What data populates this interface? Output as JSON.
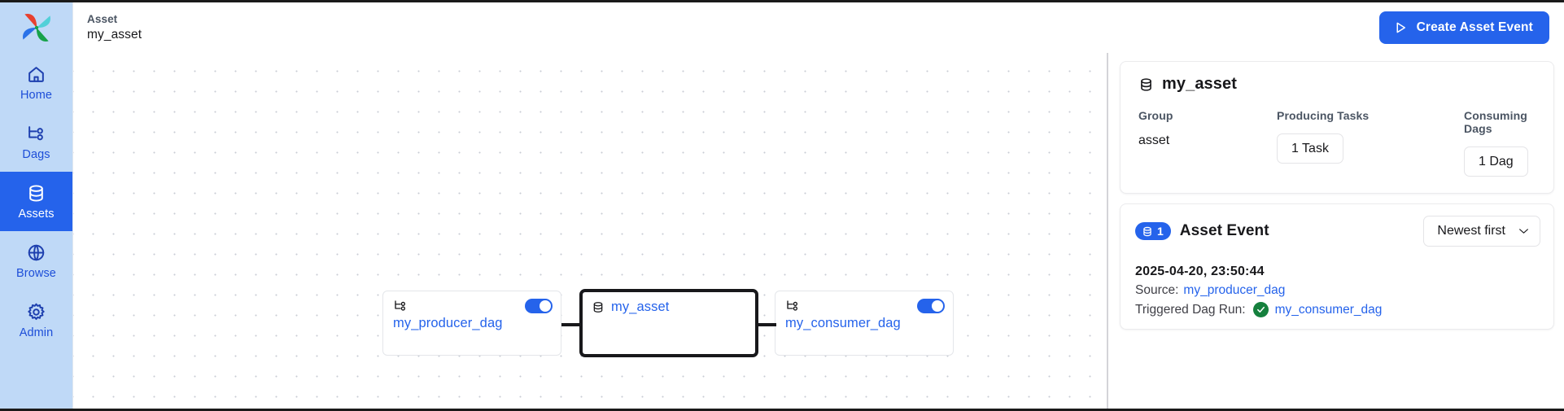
{
  "brand": {
    "logo_name": "airflow-pinwheel-logo",
    "accent": "#2563eb"
  },
  "sidebar": {
    "items": [
      {
        "label": "Home",
        "icon": "home-icon",
        "active": false
      },
      {
        "label": "Dags",
        "icon": "dag-icon",
        "active": false
      },
      {
        "label": "Assets",
        "icon": "asset-icon",
        "active": true
      },
      {
        "label": "Browse",
        "icon": "globe-icon",
        "active": false
      },
      {
        "label": "Admin",
        "icon": "gear-icon",
        "active": false
      }
    ]
  },
  "header": {
    "breadcrumb_kind": "Asset",
    "breadcrumb_name": "my_asset",
    "create_button_label": "Create Asset Event",
    "create_button_icon": "play-triangle-icon"
  },
  "graph": {
    "nodes": [
      {
        "id": "producer",
        "label": "my_producer_dag",
        "type": "dag",
        "toggle_on": true
      },
      {
        "id": "asset",
        "label": "my_asset",
        "type": "asset",
        "toggle_on": false
      },
      {
        "id": "consumer",
        "label": "my_consumer_dag",
        "type": "dag",
        "toggle_on": true
      }
    ]
  },
  "panel": {
    "summary": {
      "title": "my_asset",
      "icon": "asset-icon",
      "fields": [
        {
          "label": "Group",
          "value": "asset"
        },
        {
          "label": "Producing Tasks",
          "value": "1 Task"
        },
        {
          "label": "Consuming Dags",
          "value": "1 Dag"
        }
      ]
    },
    "events": {
      "count": "1",
      "title": "Asset Event",
      "sort_value": "Newest first",
      "rows": [
        {
          "timestamp": "2025-04-20, 23:50:44",
          "source_label": "Source:",
          "source_value": "my_producer_dag",
          "triggered_label": "Triggered Dag Run:",
          "triggered_value": "my_consumer_dag",
          "triggered_state": "success"
        }
      ]
    }
  }
}
